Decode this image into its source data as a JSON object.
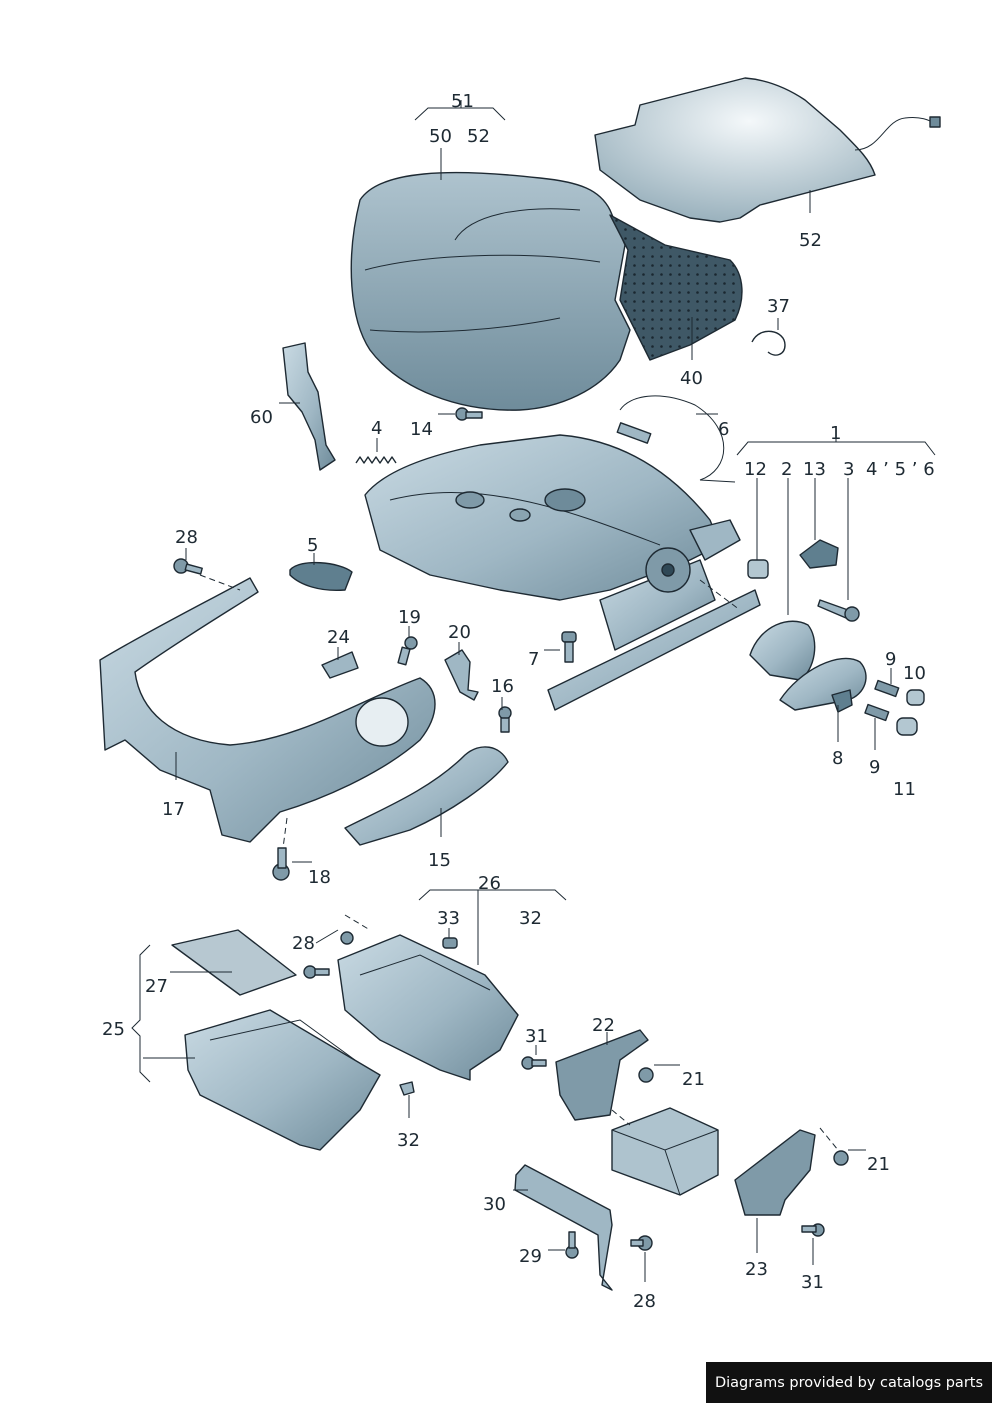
{
  "labels": {
    "l51": "51",
    "l50": "50",
    "l52a": "52",
    "l52b": "52",
    "l37": "37",
    "l40": "40",
    "l60": "60",
    "l4": "4",
    "l14": "14",
    "l6": "6",
    "l1": "1",
    "l12": "12",
    "l2": "2",
    "l13": "13",
    "l3": "3",
    "l456": "4 ’ 5 ’ 6",
    "l28a": "28",
    "l5": "5",
    "l24": "24",
    "l19": "19",
    "l20": "20",
    "l7": "7",
    "l16": "16",
    "l9a": "9",
    "l10": "10",
    "l8": "8",
    "l9b": "9",
    "l11": "11",
    "l17": "17",
    "l15": "15",
    "l18": "18",
    "l26": "26",
    "l33": "33",
    "l32a": "32",
    "l28b": "28",
    "l27": "27",
    "l25": "25",
    "l31a": "31",
    "l22": "22",
    "l21a": "21",
    "l32b": "32",
    "l21b": "21",
    "l30": "30",
    "l29": "29",
    "l28c": "28",
    "l23": "23",
    "l31b": "31"
  },
  "footer": "Diagrams provided by catalogs parts",
  "colors": {
    "steel": "#9fb7c4",
    "steel_dark": "#5f7f8f",
    "foam": "#2f4856",
    "outline": "#1e2a33"
  }
}
